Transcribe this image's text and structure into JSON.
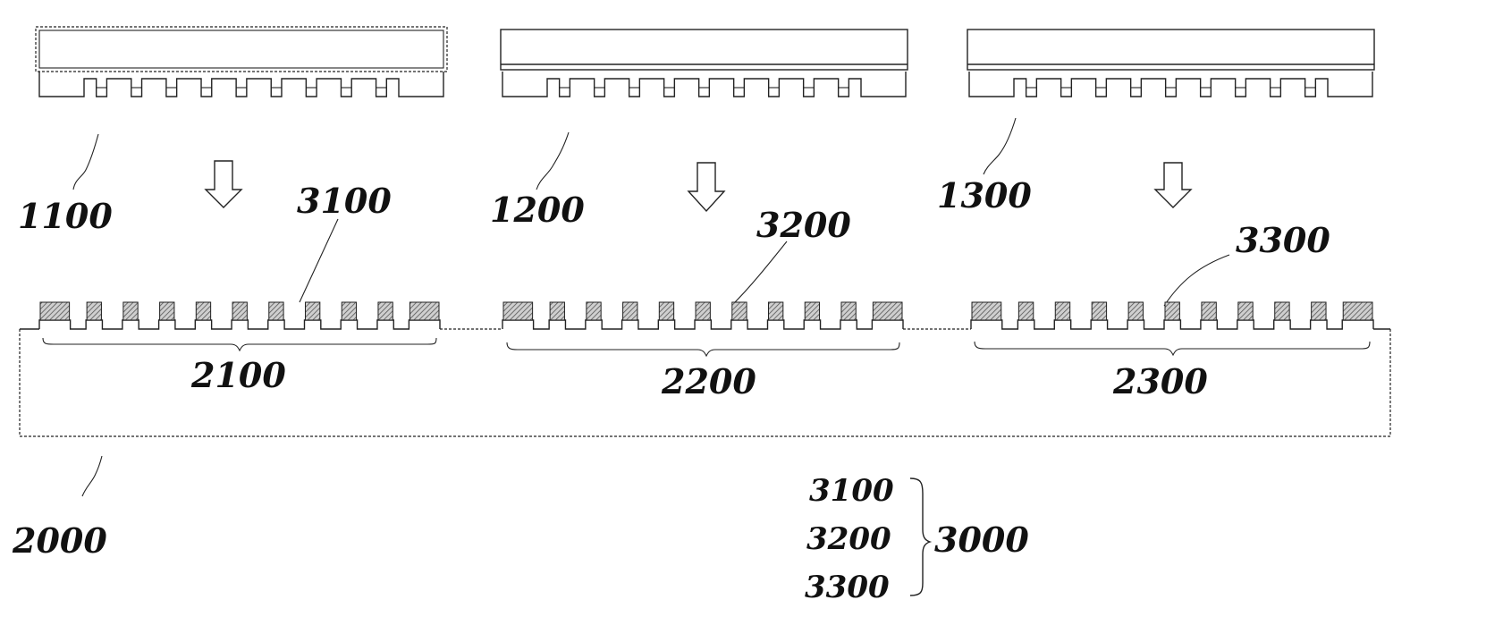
{
  "labels": {
    "stamp_1": "1100",
    "stamp_2": "1200",
    "stamp_3": "1300",
    "region_1": "2100",
    "region_2": "2200",
    "region_3": "2300",
    "pattern_1": "3100",
    "pattern_2": "3200",
    "pattern_3": "3300",
    "substrate": "2000",
    "legend_items": [
      "3100",
      "3200",
      "3300"
    ],
    "legend_group": "3000"
  },
  "colors": {
    "ink": "#222222",
    "hatch": "#555555",
    "background": "#ffffff"
  },
  "icons": {
    "arrow": "hollow-down-arrow-icon",
    "brace": "right-curly-brace-icon"
  }
}
